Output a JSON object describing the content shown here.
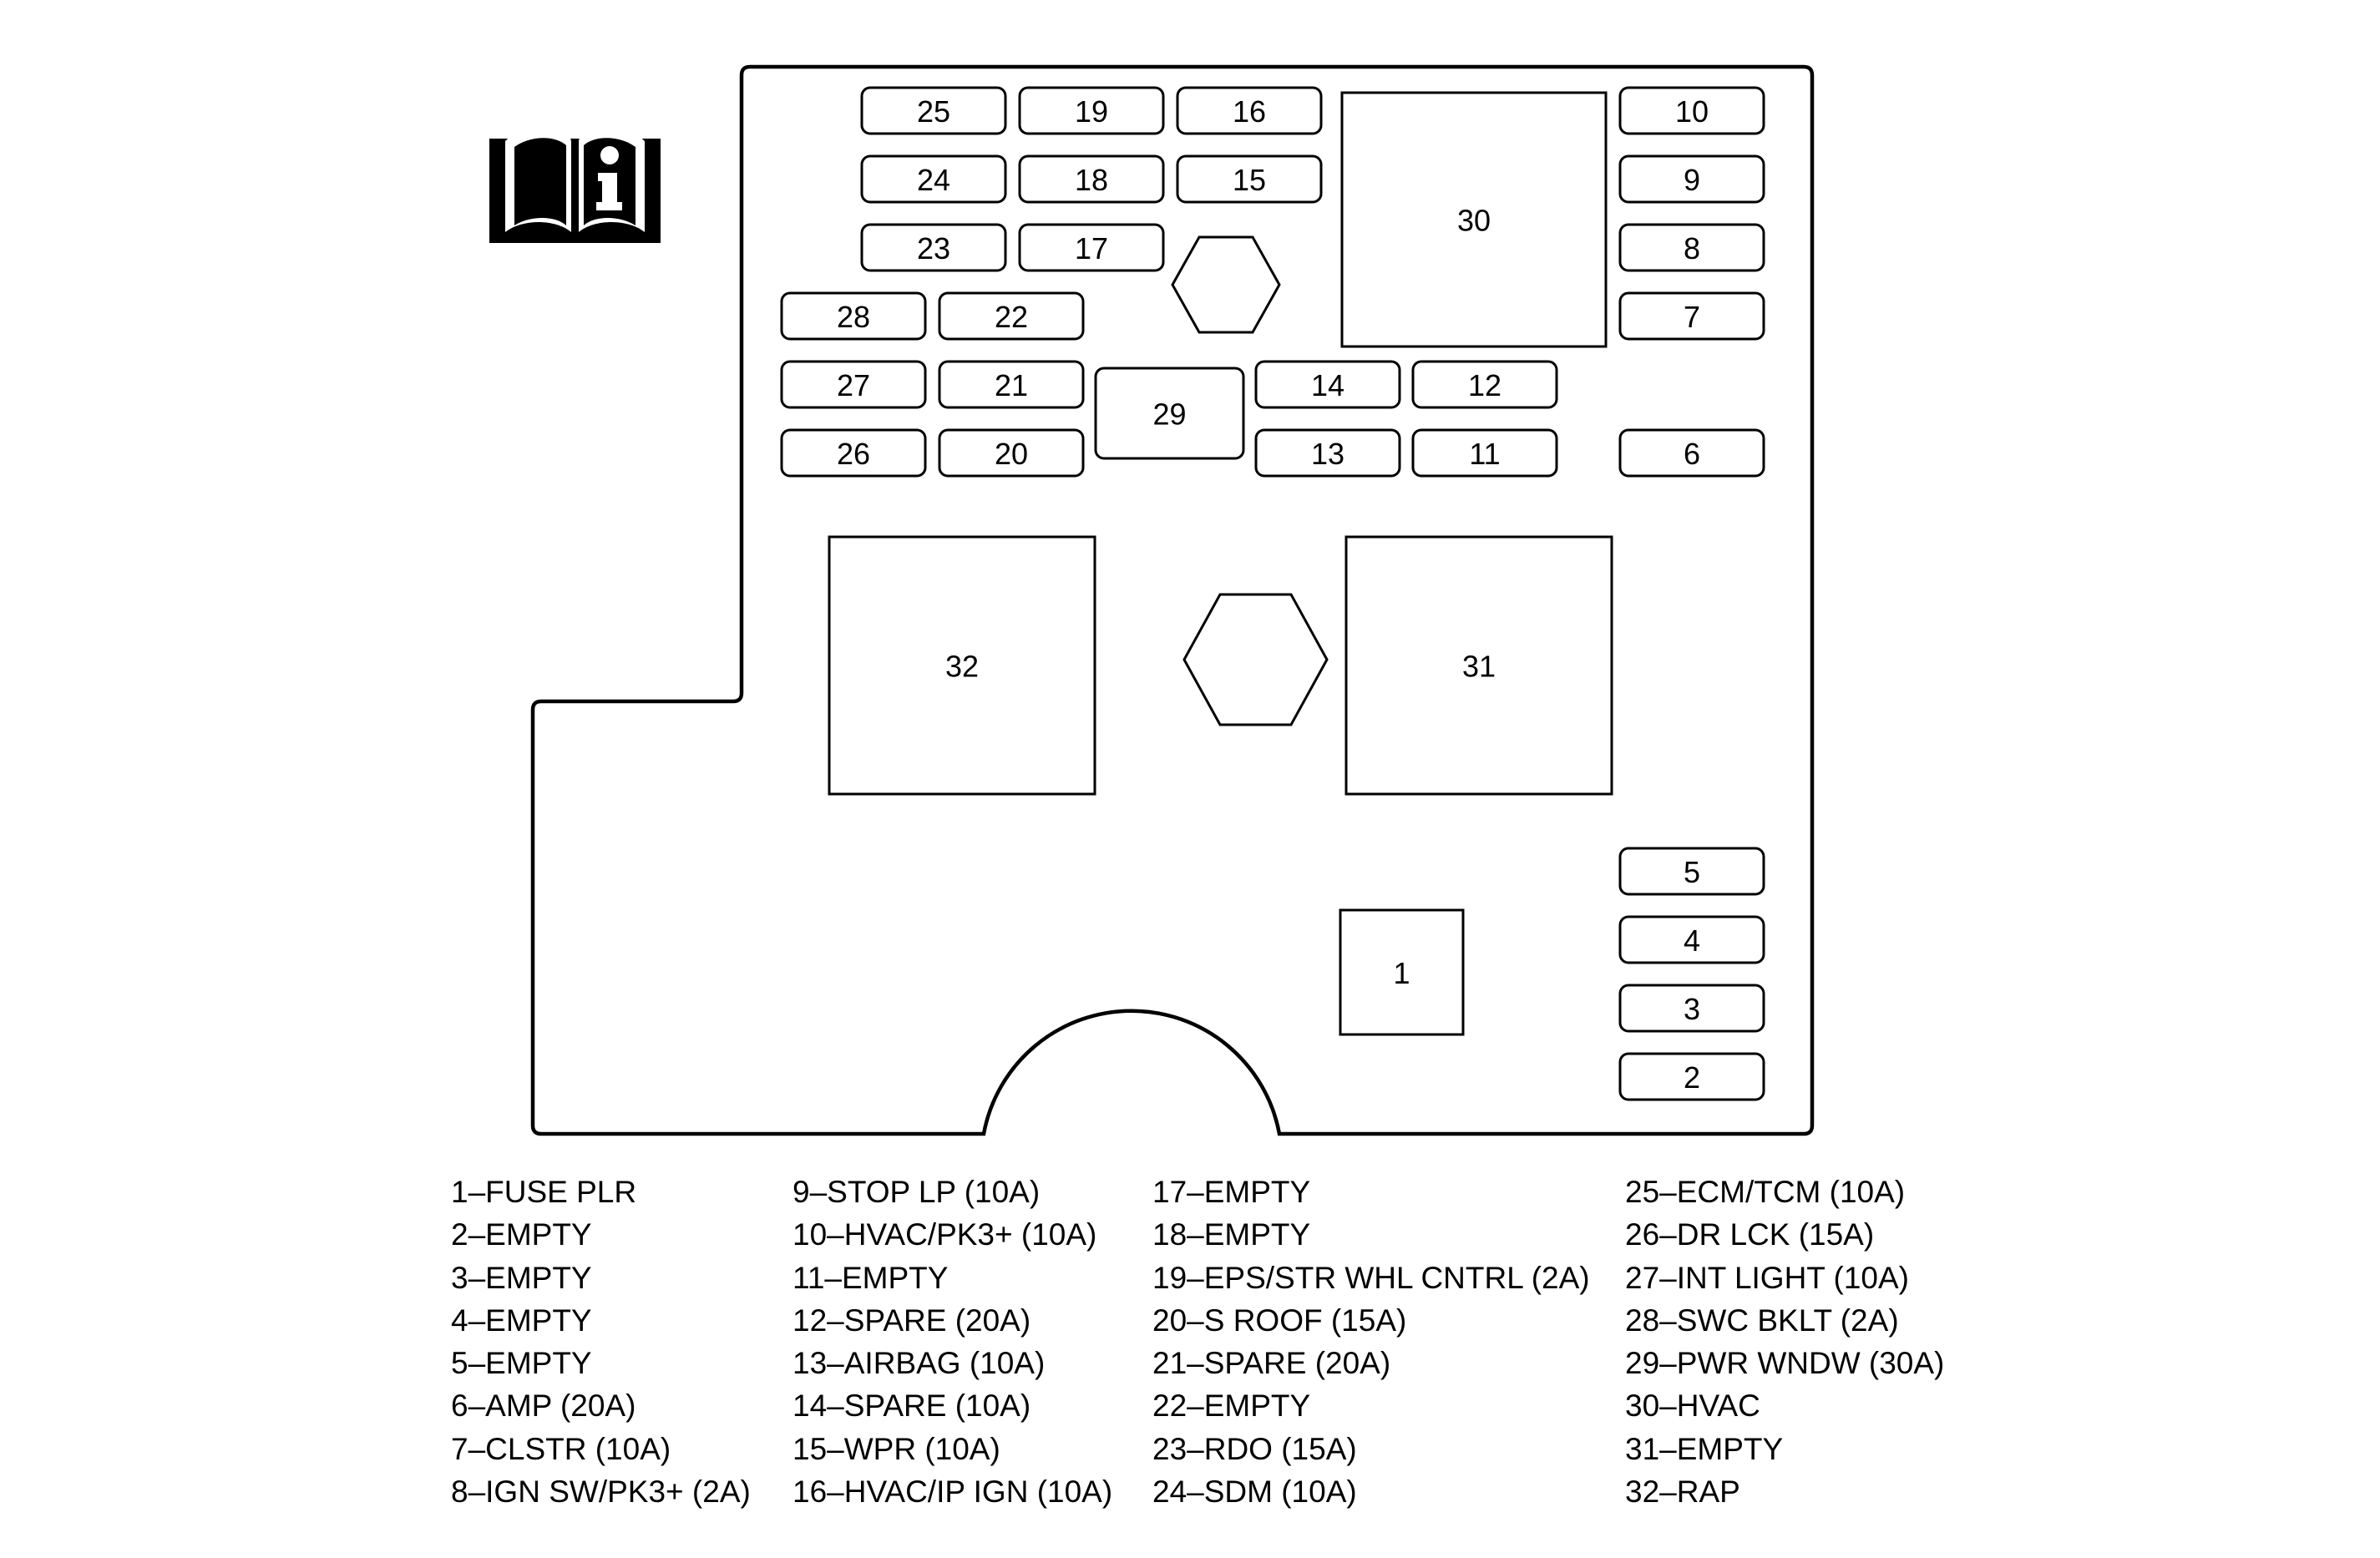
{
  "fuses": {
    "f1": "1",
    "f2": "2",
    "f3": "3",
    "f4": "4",
    "f5": "5",
    "f6": "6",
    "f7": "7",
    "f8": "8",
    "f9": "9",
    "f10": "10",
    "f11": "11",
    "f12": "12",
    "f13": "13",
    "f14": "14",
    "f15": "15",
    "f16": "16",
    "f17": "17",
    "f18": "18",
    "f19": "19",
    "f20": "20",
    "f21": "21",
    "f22": "22",
    "f23": "23",
    "f24": "24",
    "f25": "25",
    "f26": "26",
    "f27": "27",
    "f28": "28",
    "f29": "29",
    "f30": "30",
    "f31": "31",
    "f32": "32"
  },
  "legend": {
    "col1": [
      "1–FUSE PLR",
      "2–EMPTY",
      "3–EMPTY",
      "4–EMPTY",
      "5–EMPTY",
      "6–AMP (20A)",
      "7–CLSTR (10A)",
      "8–IGN SW/PK3+ (2A)"
    ],
    "col2": [
      "9–STOP LP (10A)",
      "10–HVAC/PK3+ (10A)",
      "11–EMPTY",
      "12–SPARE (20A)",
      "13–AIRBAG (10A)",
      "14–SPARE (10A)",
      "15–WPR (10A)",
      "16–HVAC/IP IGN (10A)"
    ],
    "col3": [
      "17–EMPTY",
      "18–EMPTY",
      "19–EPS/STR WHL CNTRL (2A)",
      "20–S ROOF (15A)",
      "21–SPARE (20A)",
      "22–EMPTY",
      "23–RDO (15A)",
      "24–SDM (10A)"
    ],
    "col4": [
      "25–ECM/TCM (10A)",
      "26–DR LCK (15A)",
      "27–INT LIGHT (10A)",
      "28–SWC BKLT (2A)",
      "29–PWR WNDW (30A)",
      "30–HVAC",
      "31–EMPTY",
      "32–RAP"
    ]
  },
  "icons": {
    "manual": "owners-manual-info-icon"
  }
}
